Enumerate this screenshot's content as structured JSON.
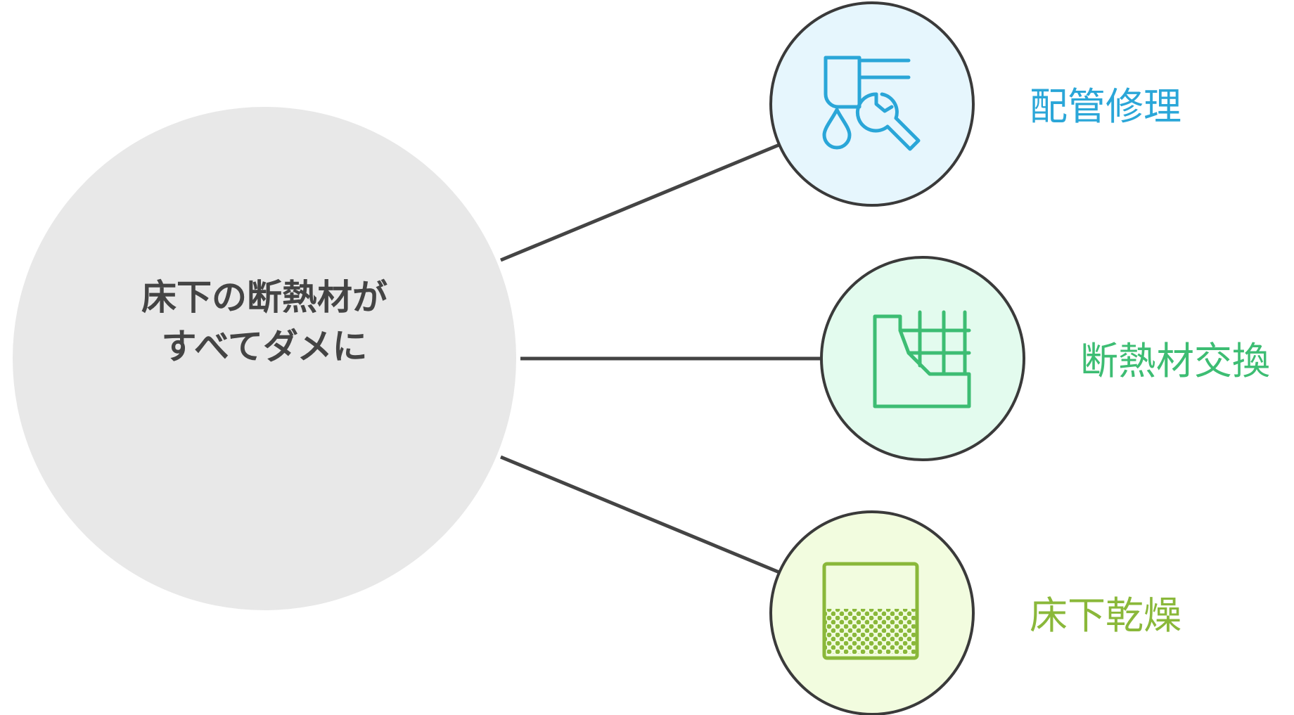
{
  "center": {
    "line1": "床下の断熱材が",
    "line2": "すべてダメに"
  },
  "nodes": [
    {
      "label": "配管修理",
      "icon": "pipe-repair-icon",
      "color": "#2aa6d8",
      "fill": "#e6f6fd"
    },
    {
      "label": "断熱材交換",
      "icon": "insulation-icon",
      "color": "#3dbd73",
      "fill": "#e3fbee"
    },
    {
      "label": "床下乾燥",
      "icon": "drying-icon",
      "color": "#8ab83a",
      "fill": "#f2fcdf"
    }
  ],
  "colors": {
    "connector": "#444444",
    "center_fill": "#e8e8e8",
    "center_text": "#444444",
    "node_border": "#3a3a3a"
  }
}
